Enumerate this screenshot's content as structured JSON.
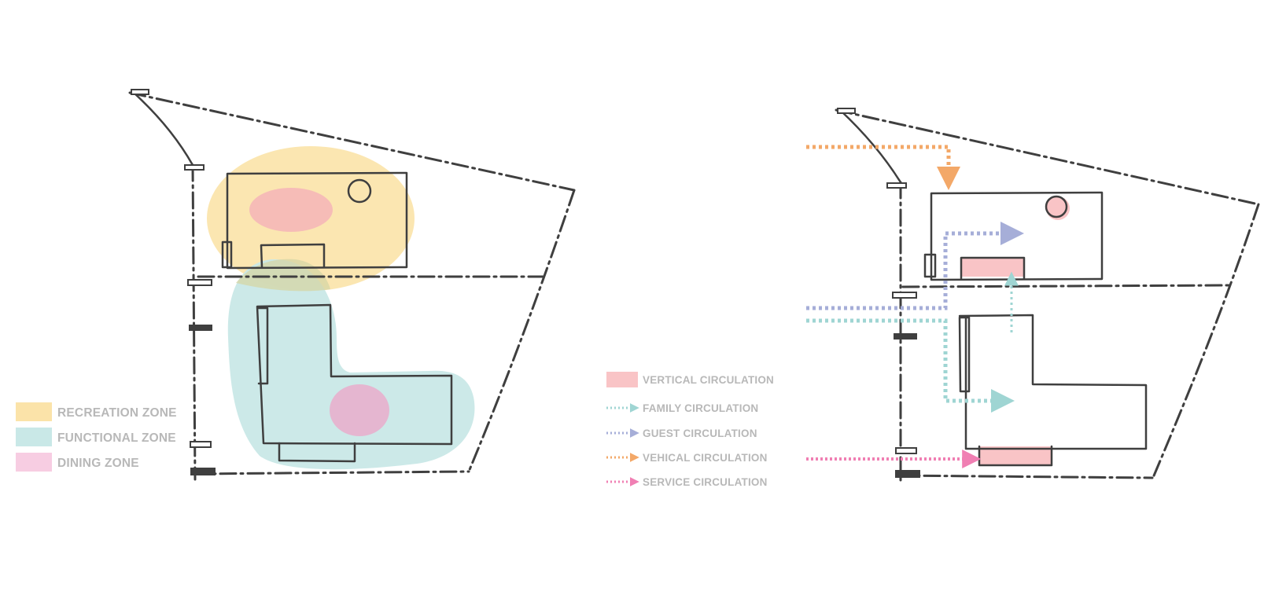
{
  "zone_legend": {
    "items": [
      {
        "label": "RECREATION ZONE",
        "color": "#fbe3a9"
      },
      {
        "label": "FUNCTIONAL ZONE",
        "color": "#c9e8e7"
      },
      {
        "label": "DINING ZONE",
        "color": "#f7cde2"
      }
    ]
  },
  "circulation_legend": {
    "items": [
      {
        "label": "VERTICAL CIRCULATION",
        "color": "#f9c4c6",
        "symbol": "filled-box"
      },
      {
        "label": "FAMILY CIRCULATION",
        "color": "#9fd5d3",
        "symbol": "dotted-arrow"
      },
      {
        "label": "GUEST CIRCULATION",
        "color": "#a6aed8",
        "symbol": "dotted-arrow"
      },
      {
        "label": "VEHICAL CIRCULATION",
        "color": "#f3a868",
        "symbol": "dotted-arrow"
      },
      {
        "label": "SERVICE CIRCULATION",
        "color": "#f07fb3",
        "symbol": "dotted-arrow"
      }
    ]
  },
  "colors": {
    "sketch_line": "#3f3f3f",
    "recreation": "#fbe3a9",
    "functional": "#c9e8e7",
    "dining": "#f2b8cf",
    "dining_oval_upper": "#f6b9b7",
    "vertical": "#f9c4c6",
    "family": "#9fd5d3",
    "guest": "#a6aed8",
    "vehical": "#f3a868",
    "service": "#f07fb3"
  }
}
